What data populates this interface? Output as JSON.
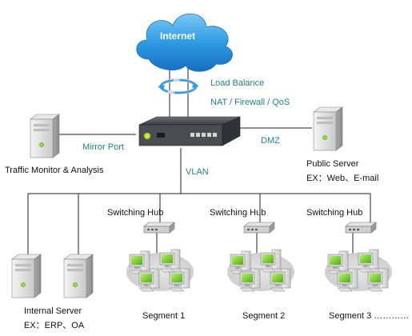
{
  "diagram": {
    "cloud_label": "Internet",
    "labels": {
      "load_balance": "Load Balance",
      "nat_firewall_qos": "NAT / Firewall / QoS",
      "mirror_port": "Mirror Port",
      "dmz": "DMZ",
      "vlan": "VLAN",
      "traffic_monitor": "Traffic Monitor & Analysis",
      "public_server_line1": "Public Server",
      "public_server_line2": "EX：Web、E-mail",
      "internal_server_line1": "Internal Server",
      "internal_server_line2": "EX：ERP、OA"
    },
    "hubs": [
      {
        "label": "Switching Hub",
        "segment": "Segment 1"
      },
      {
        "label": "Switching Hub",
        "segment": "Segment 2"
      },
      {
        "label": "Switching Hub",
        "segment": "Segment 3 …………"
      }
    ],
    "colors": {
      "cloud": "#2e9be4",
      "teal_text": "#1f7f86",
      "line": "#222222",
      "pc_screen": "#7fd32a",
      "router": "#3f4347"
    }
  }
}
